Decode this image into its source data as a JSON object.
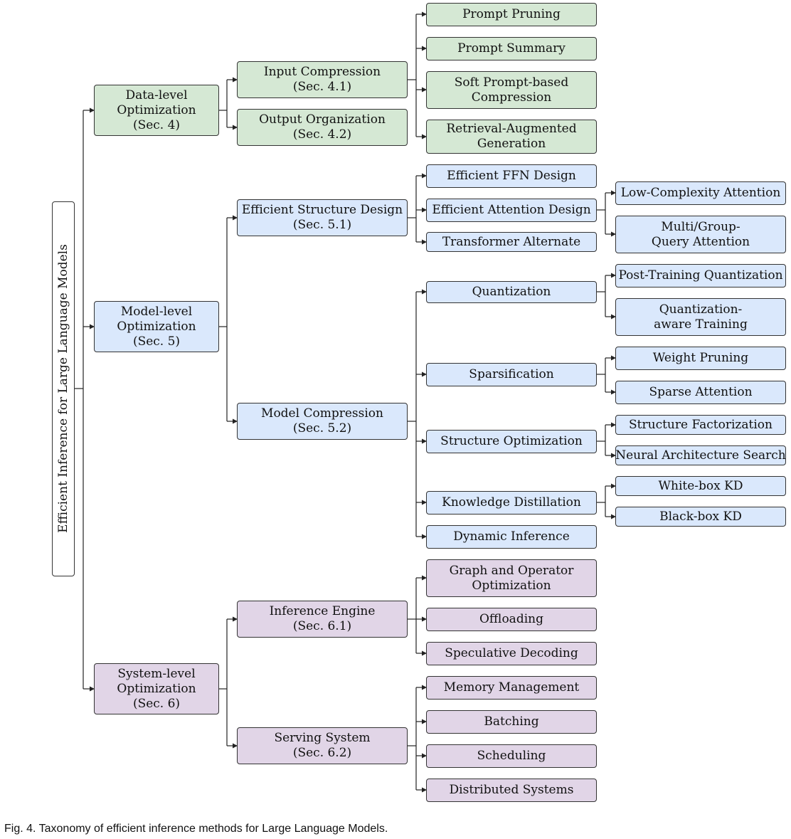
{
  "root": {
    "label": "Efficient Inference for Large Language Models"
  },
  "nodes": {
    "data_level": {
      "lines": [
        "Data-level",
        "Optimization",
        "(Sec. 4)"
      ]
    },
    "model_level": {
      "lines": [
        "Model-level",
        "Optimization",
        "(Sec. 5)"
      ]
    },
    "system_level": {
      "lines": [
        "System-level",
        "Optimization",
        "(Sec. 6)"
      ]
    },
    "input_compression": {
      "lines": [
        "Input Compression",
        "(Sec. 4.1)"
      ]
    },
    "output_organization": {
      "lines": [
        "Output Organization",
        "(Sec. 4.2)"
      ]
    },
    "prompt_pruning": {
      "lines": [
        "Prompt Pruning"
      ]
    },
    "prompt_summary": {
      "lines": [
        "Prompt Summary"
      ]
    },
    "soft_prompt": {
      "lines": [
        "Soft Prompt-based",
        "Compression"
      ]
    },
    "rag": {
      "lines": [
        "Retrieval-Augmented",
        "Generation"
      ]
    },
    "efficient_structure": {
      "lines": [
        "Efficient Structure Design",
        "(Sec. 5.1)"
      ]
    },
    "model_compression": {
      "lines": [
        "Model Compression",
        "(Sec. 5.2)"
      ]
    },
    "ffn": {
      "lines": [
        "Efficient FFN Design"
      ]
    },
    "attention_design": {
      "lines": [
        "Efficient Attention Design"
      ]
    },
    "transformer_alt": {
      "lines": [
        "Transformer Alternate"
      ]
    },
    "low_complexity": {
      "lines": [
        "Low-Complexity Attention"
      ]
    },
    "mqa": {
      "lines": [
        "Multi/Group-",
        "Query Attention"
      ]
    },
    "quantization": {
      "lines": [
        "Quantization"
      ]
    },
    "sparsification": {
      "lines": [
        "Sparsification"
      ]
    },
    "structure_opt": {
      "lines": [
        "Structure Optimization"
      ]
    },
    "kd": {
      "lines": [
        "Knowledge Distillation"
      ]
    },
    "dynamic_inference": {
      "lines": [
        "Dynamic Inference"
      ]
    },
    "ptq": {
      "lines": [
        "Post-Training Quantization"
      ]
    },
    "qat": {
      "lines": [
        "Quantization-",
        "aware Training"
      ]
    },
    "weight_pruning": {
      "lines": [
        "Weight Pruning"
      ]
    },
    "sparse_attention": {
      "lines": [
        "Sparse Attention"
      ]
    },
    "structure_factorization": {
      "lines": [
        "Structure Factorization"
      ]
    },
    "nas": {
      "lines": [
        "Neural Architecture Search"
      ]
    },
    "whitebox_kd": {
      "lines": [
        "White-box KD"
      ]
    },
    "blackbox_kd": {
      "lines": [
        "Black-box KD"
      ]
    },
    "inference_engine": {
      "lines": [
        "Inference Engine",
        "(Sec. 6.1)"
      ]
    },
    "serving_system": {
      "lines": [
        "Serving System",
        "(Sec. 6.2)"
      ]
    },
    "graph_operator": {
      "lines": [
        "Graph and Operator",
        "Optimization"
      ]
    },
    "offloading": {
      "lines": [
        "Offloading"
      ]
    },
    "speculative": {
      "lines": [
        "Speculative Decoding"
      ]
    },
    "memory_mgmt": {
      "lines": [
        "Memory Management"
      ]
    },
    "batching": {
      "lines": [
        "Batching"
      ]
    },
    "scheduling": {
      "lines": [
        "Scheduling"
      ]
    },
    "distributed": {
      "lines": [
        "Distributed Systems"
      ]
    }
  },
  "colors": {
    "data": "#d5e8d4",
    "model": "#dae8fc",
    "system": "#e1d5e7",
    "border": "#333333"
  },
  "caption": "Fig. 4. Taxonomy of efficient inference methods for Large Language Models."
}
